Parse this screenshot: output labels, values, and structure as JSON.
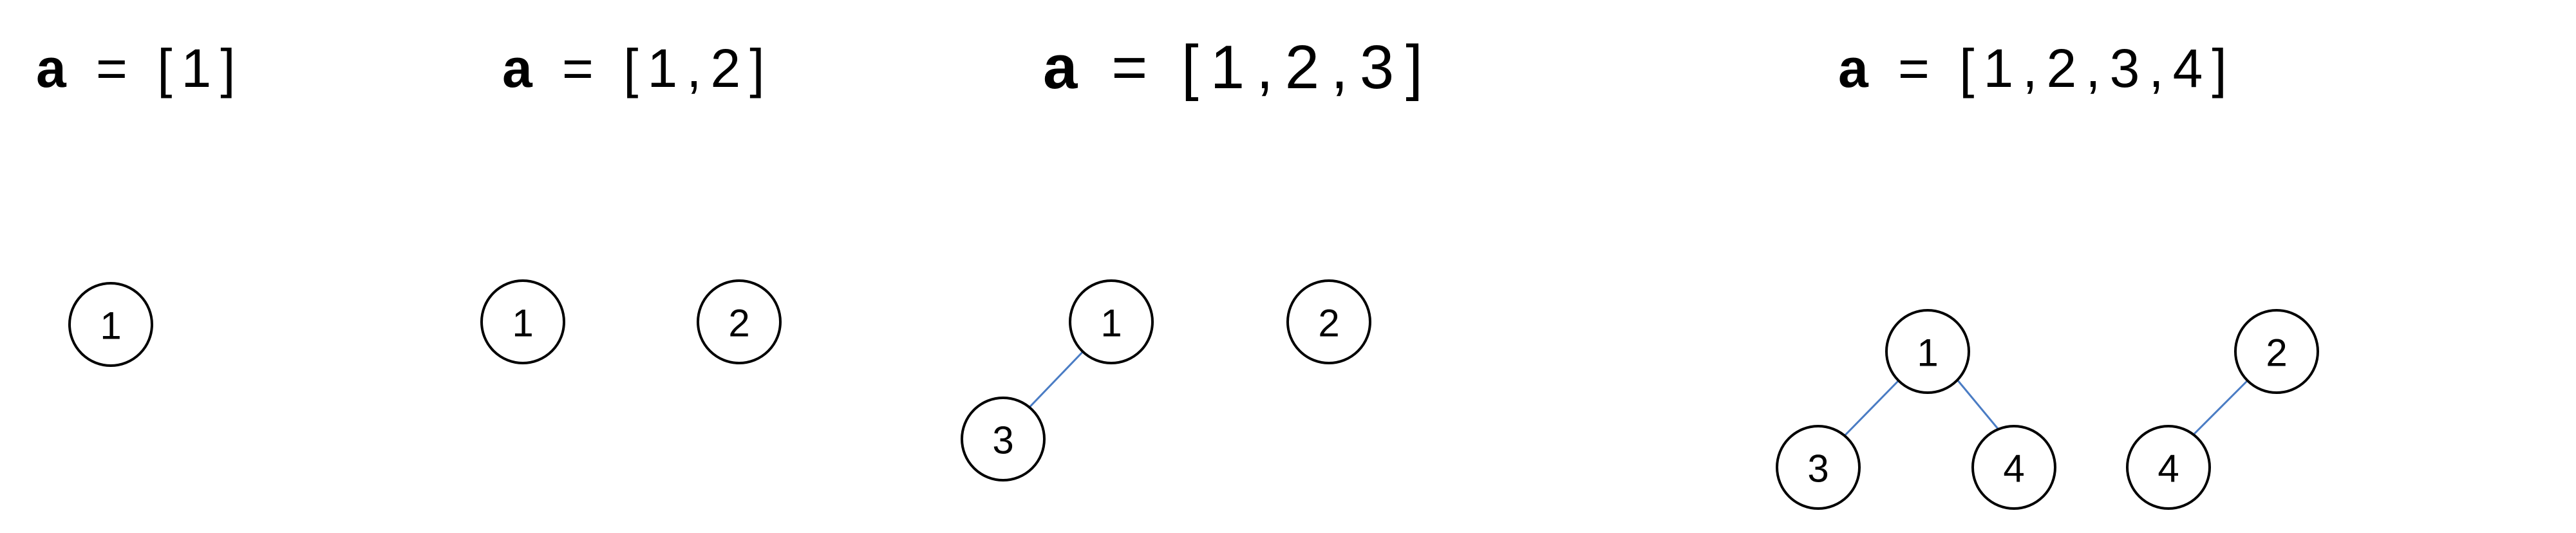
{
  "panels": [
    {
      "variable": "a",
      "equals": "=",
      "list": "[1]"
    },
    {
      "variable": "a",
      "equals": "=",
      "list": "[1,2]"
    },
    {
      "variable": "a",
      "equals": "=",
      "list": "[1,2,3]"
    },
    {
      "variable": "a",
      "equals": "=",
      "list": "[1,2,3,4]"
    }
  ],
  "nodes": {
    "p1_n1": "1",
    "p2_n1": "1",
    "p2_n2": "2",
    "p3_n1": "1",
    "p3_n2": "2",
    "p3_n3": "3",
    "p4_n1": "1",
    "p4_n2": "2",
    "p4_n3": "3",
    "p4_n4a": "4",
    "p4_n4b": "4"
  },
  "colors": {
    "edge": "#4a7cc4",
    "node_stroke": "#000000"
  }
}
